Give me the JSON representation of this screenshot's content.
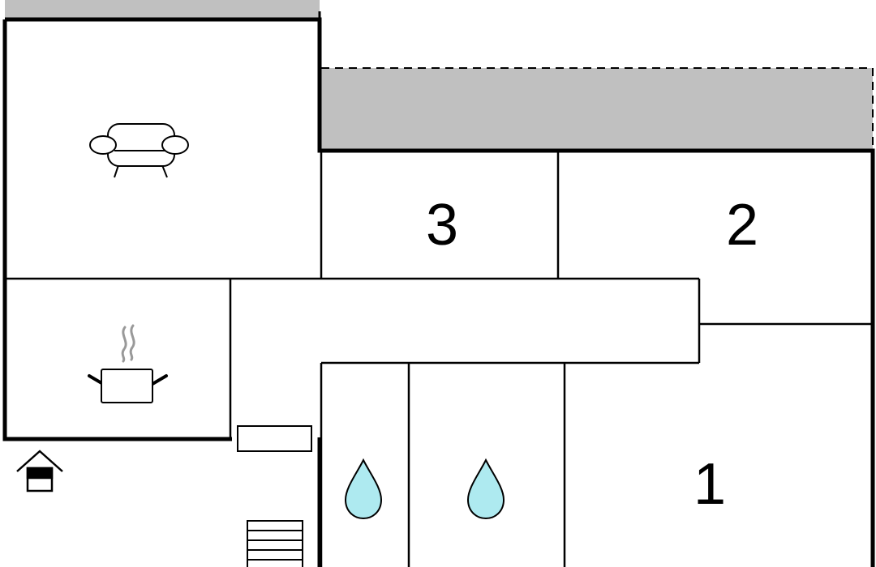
{
  "rooms": {
    "bedroom_1": {
      "number": "1"
    },
    "bedroom_2": {
      "number": "2"
    },
    "bedroom_3": {
      "number": "3"
    }
  },
  "icons": {
    "living": "sofa-icon",
    "kitchen": "cooking-pot-icon",
    "bathroom": "water-drop-icon",
    "entrance": "house-entrance-icon",
    "stairs": "stairs-icon"
  },
  "colors": {
    "wall": "#000000",
    "terrace": "#c0c0c0",
    "water": "#aeeaf0",
    "steam": "#999999",
    "background": "#ffffff"
  }
}
